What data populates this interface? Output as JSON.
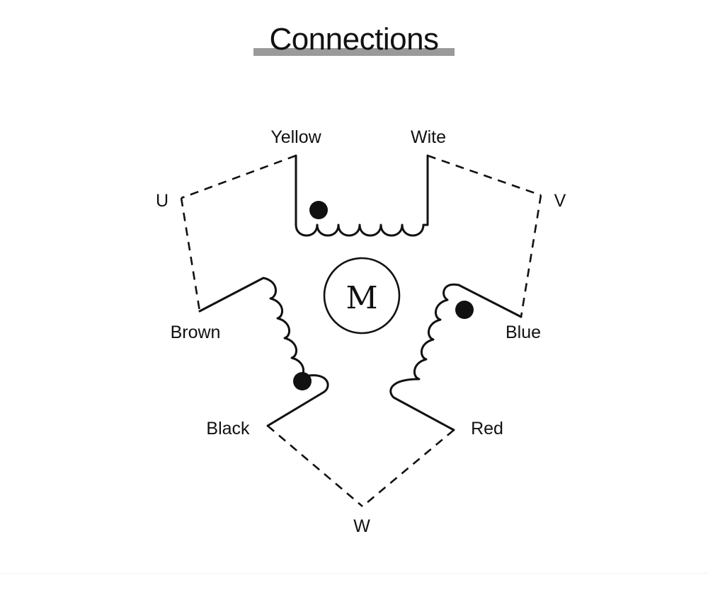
{
  "title": "Connections",
  "motor": {
    "symbol": "M"
  },
  "terminals": {
    "u": "U",
    "v": "V",
    "w": "W"
  },
  "wires": {
    "yellow": "Yellow",
    "white": "Wite",
    "brown": "Brown",
    "blue": "Blue",
    "black": "Black",
    "red": "Red"
  },
  "colors": {
    "ink": "#111111",
    "underline": "#9a9a9a",
    "background": "#ffffff"
  }
}
